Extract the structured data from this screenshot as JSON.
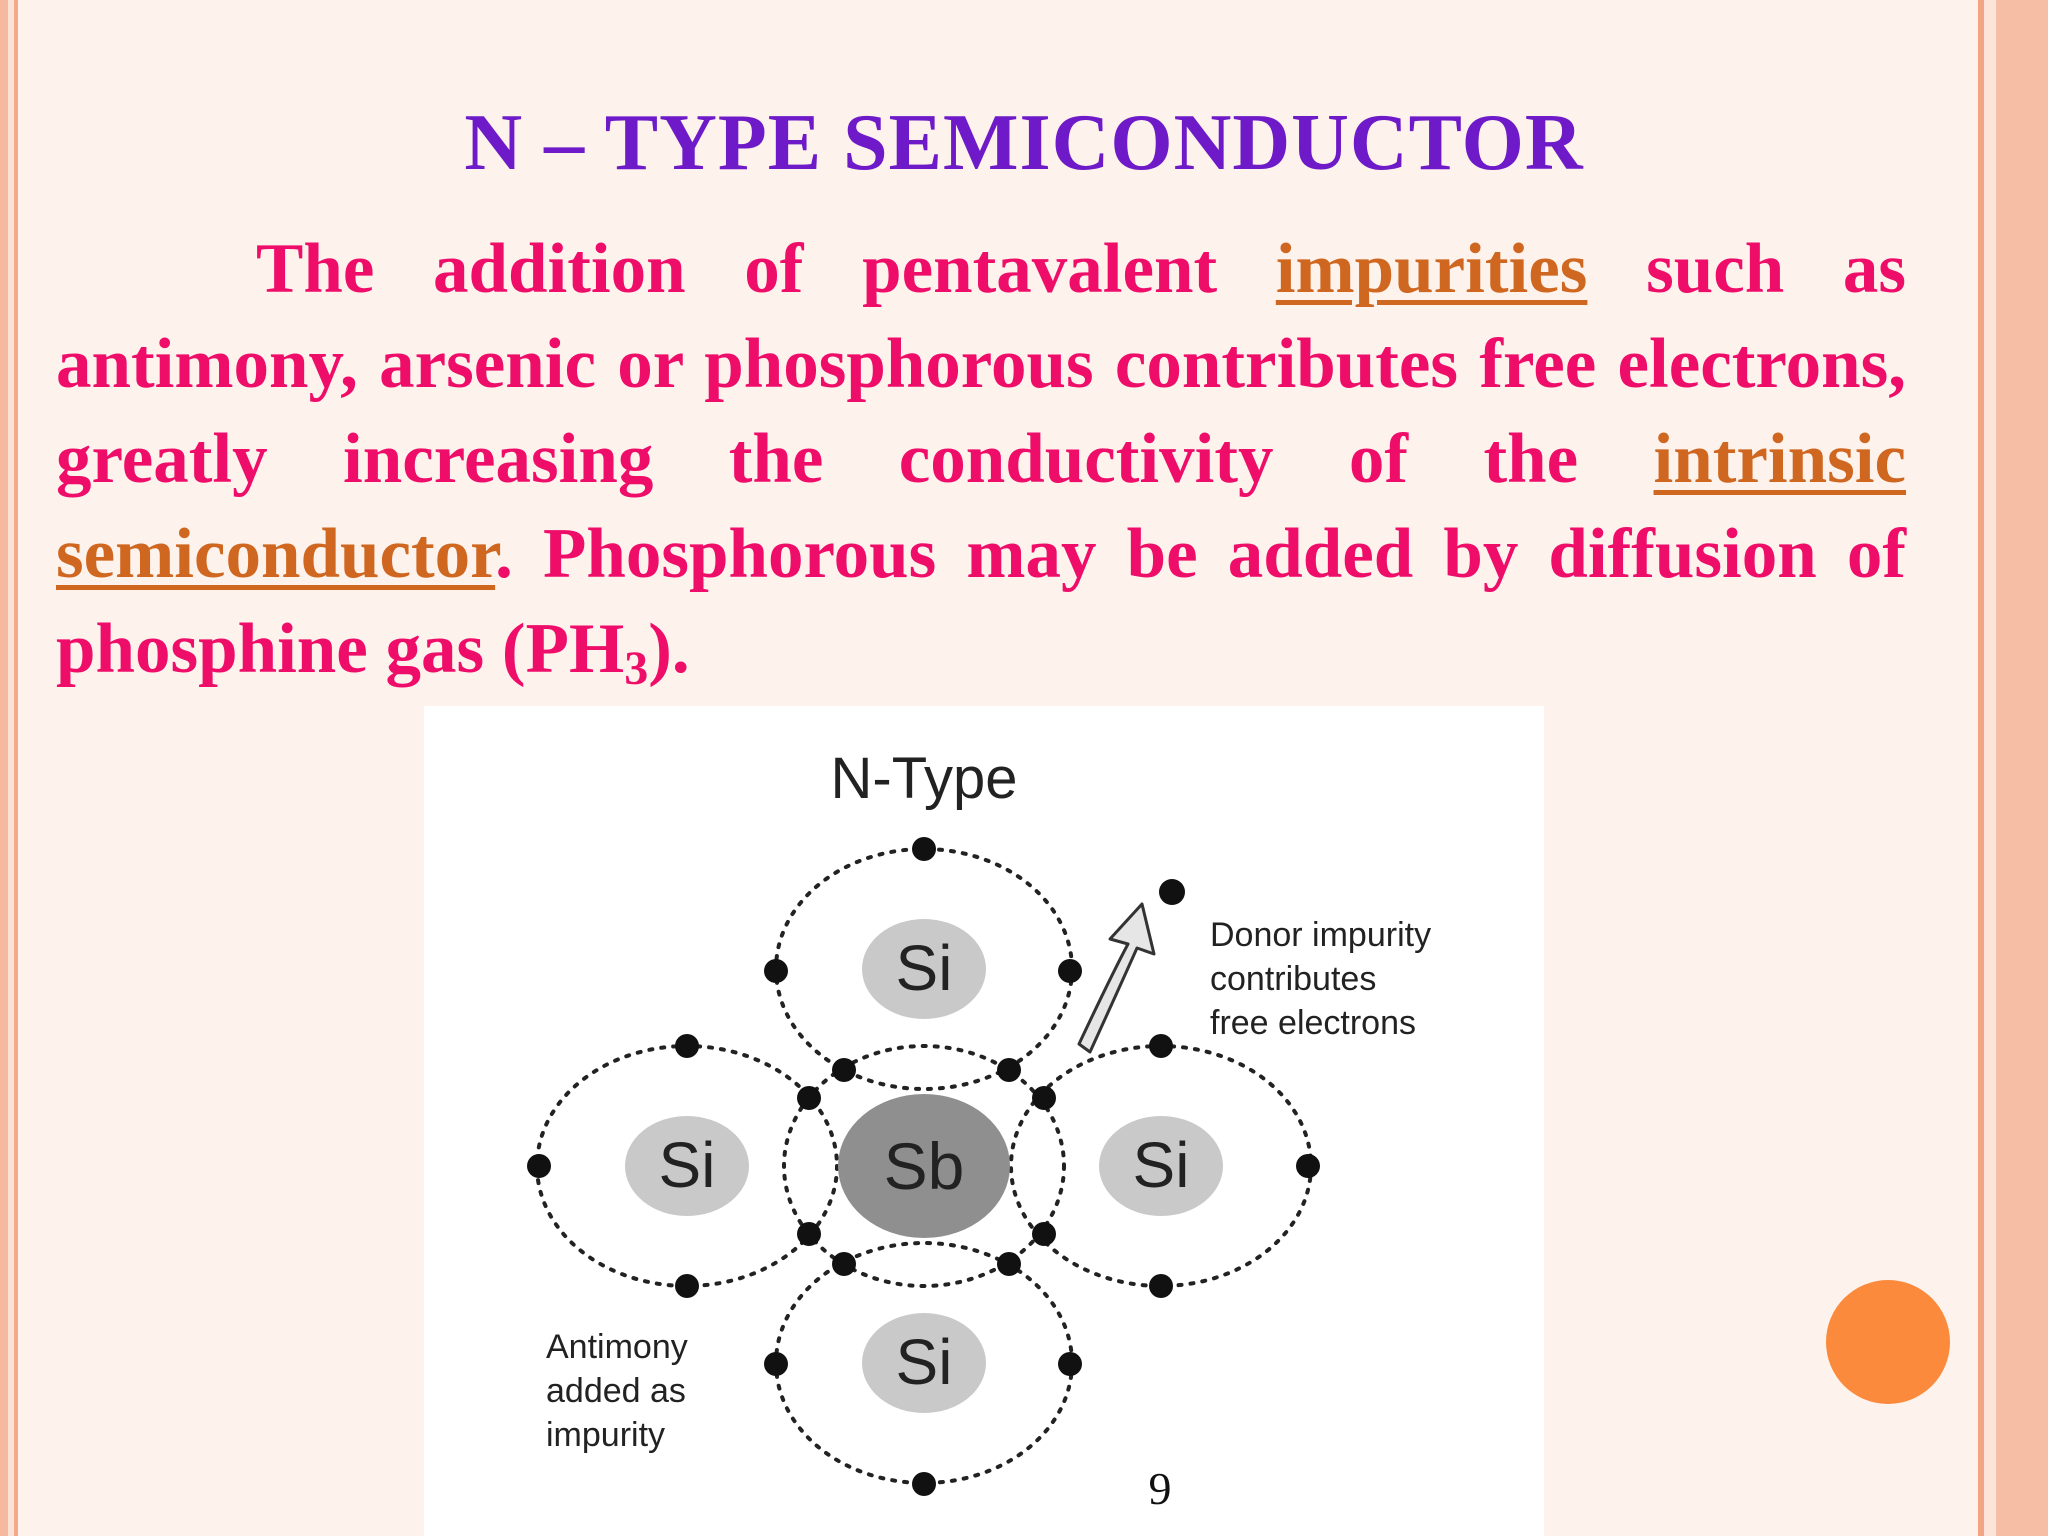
{
  "slide": {
    "title": "N – TYPE SEMICONDUCTOR",
    "paragraph": {
      "part1": "The addition of pentavalent ",
      "link1": "impurities",
      "part2": " such as antimony, arsenic or phosphorous contributes free electrons, greatly increasing the conductivity of the ",
      "link2": "intrinsic semiconductor",
      "part3": ". Phosphorous may be added by diffusion of phosphine gas (PH",
      "subscript": "3",
      "part4": ")."
    },
    "page_number": "9"
  },
  "diagram": {
    "title": "N-Type",
    "center_atom": "Sb",
    "top_atom": "Si",
    "left_atom": "Si",
    "right_atom": "Si",
    "bottom_atom": "Si",
    "donor_label": [
      "Donor impurity",
      "contributes",
      "free electrons"
    ],
    "antimony_label": [
      "Antimony",
      "added as",
      "impurity"
    ]
  },
  "colors": {
    "title": "#6e1ac8",
    "body_text": "#ee0e6a",
    "link": "#cf6720",
    "accent_circle": "#fb8a3c"
  }
}
